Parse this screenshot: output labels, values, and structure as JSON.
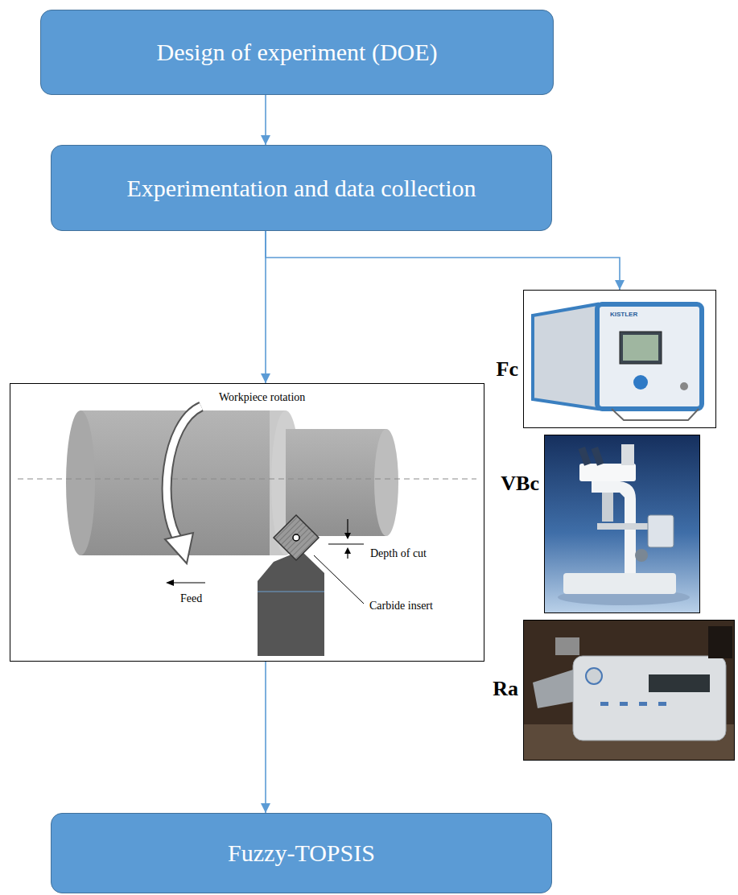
{
  "diagram": {
    "nodes": [
      {
        "text": [
          "Design of experiment (DOE)"
        ]
      },
      {
        "text": [
          "Experimentation and data collection"
        ]
      },
      {
        "text": [
          "Workpiece rotation",
          "Feed",
          "Depth of cut",
          "Carbide insert"
        ]
      },
      {
        "text": [
          "Fc"
        ]
      },
      {
        "text": [
          "VBc"
        ]
      },
      {
        "text": [
          "Ra"
        ]
      },
      {
        "text": [
          "Fuzzy-TOPSIS"
        ]
      }
    ],
    "edges": [
      {
        "from": 0,
        "to": 1,
        "arrow": "to"
      },
      {
        "from": 1,
        "to": 2,
        "arrow": "to"
      },
      {
        "from": 1,
        "to": 3,
        "arrow": "to"
      },
      {
        "from": 2,
        "to": 6,
        "arrow": "to"
      }
    ],
    "labels": [
      "KISTLER"
    ]
  }
}
